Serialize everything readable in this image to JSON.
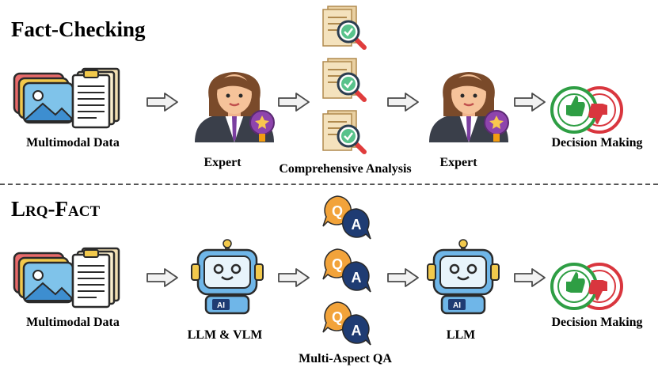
{
  "top": {
    "title": "Fact-Checking",
    "labels": {
      "multimodal": "Multimodal Data",
      "expert1": "Expert",
      "analysis": "Comprehensive Analysis",
      "expert2": "Expert",
      "decision": "Decision Making"
    }
  },
  "bottom": {
    "title_parts": [
      "L",
      "RQ",
      "-F",
      "ACT"
    ],
    "labels": {
      "multimodal": "Multimodal Data",
      "llm_vlm": "LLM & VLM",
      "qa": "Multi-Aspect QA",
      "llm": "LLM",
      "decision": "Decision Making"
    }
  },
  "stamps": {
    "real": "REAL",
    "fake": "FAKE"
  },
  "qa_glyphs": {
    "q": "Q",
    "a": "A"
  },
  "robot_badge": "AI",
  "colors": {
    "arrow_fill": "#f2f2f2",
    "arrow_stroke": "#4a4a4a",
    "real_green": "#2e9e44",
    "fake_red": "#d9363e",
    "robot_blue": "#6fb6e8",
    "qa_orange": "#f2a33a",
    "qa_navy": "#1f3c73",
    "doc_tan": "#e9d0a2",
    "expert_suit": "#3a3f4a"
  }
}
